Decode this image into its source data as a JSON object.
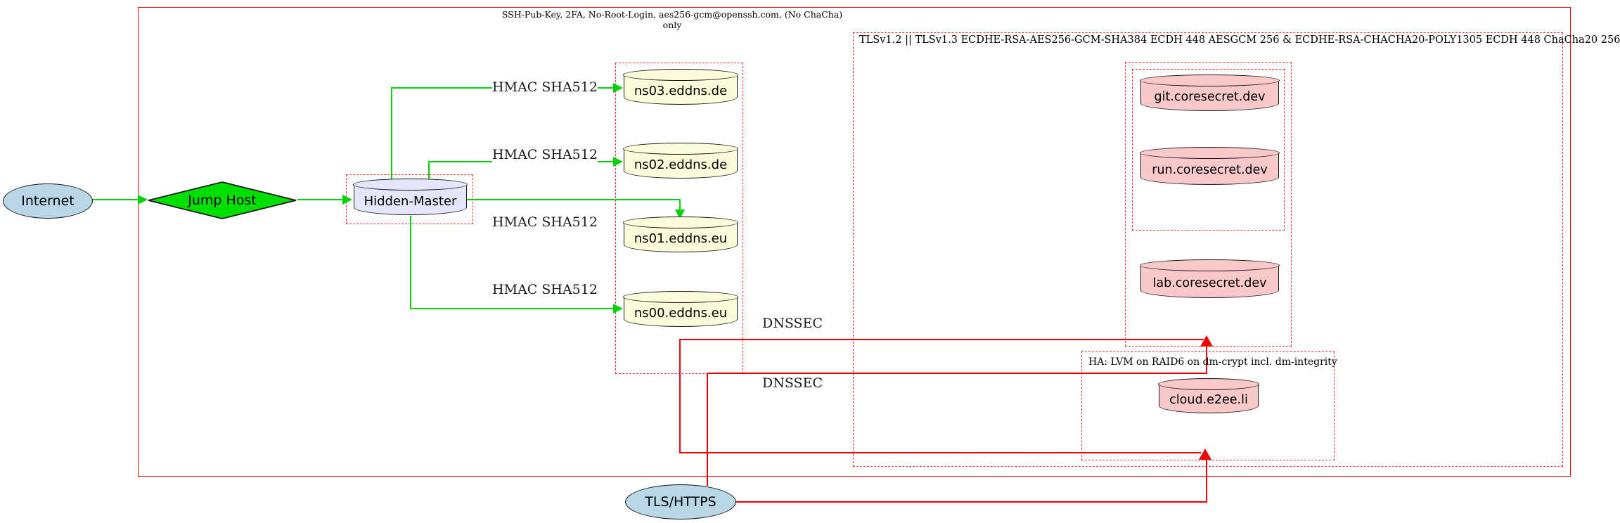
{
  "diagram_type": "network-security-diagram",
  "clusters": {
    "ssh_label": "SSH-Pub-Key, 2FA, No-Root-Login, aes256-gcm@openssh.com, (No ChaCha) only",
    "tls_label": "TLSv1.2 || TLSv1.3 ECDHE-RSA-AES256-GCM-SHA384 ECDH 448 AESGCM 256 & ECDHE-RSA-CHACHA20-POLY1305 ECDH 448 ChaCha20 256",
    "ha_label": "HA: LVM on RAID6 on dm-crypt incl. dm-integrity"
  },
  "nodes": {
    "internet": "Internet",
    "jump_host": "Jump Host",
    "hidden_master": "Hidden-Master",
    "ns03": "ns03.eddns.de",
    "ns02": "ns02.eddns.de",
    "ns01": "ns01.eddns.eu",
    "ns00": "ns00.eddns.eu",
    "git": "git.coresecret.dev",
    "run": "run.coresecret.dev",
    "lab": "lab.coresecret.dev",
    "cloud": "cloud.e2ee.li",
    "tls_https": "TLS/HTTPS"
  },
  "edges": {
    "hmac_label": "HMAC SHA512",
    "dnssec_label": "DNSSEC"
  },
  "colors": {
    "edge_green": "#00d400",
    "edge_red": "#f20000",
    "cluster_red_dashed": "#f03030",
    "node_lightblue": "#b8d8e8",
    "node_green": "#00e000",
    "node_lavender": "#e6e6fa",
    "node_lightyellow": "#fcfcda",
    "node_pink": "#f9c8c8"
  }
}
